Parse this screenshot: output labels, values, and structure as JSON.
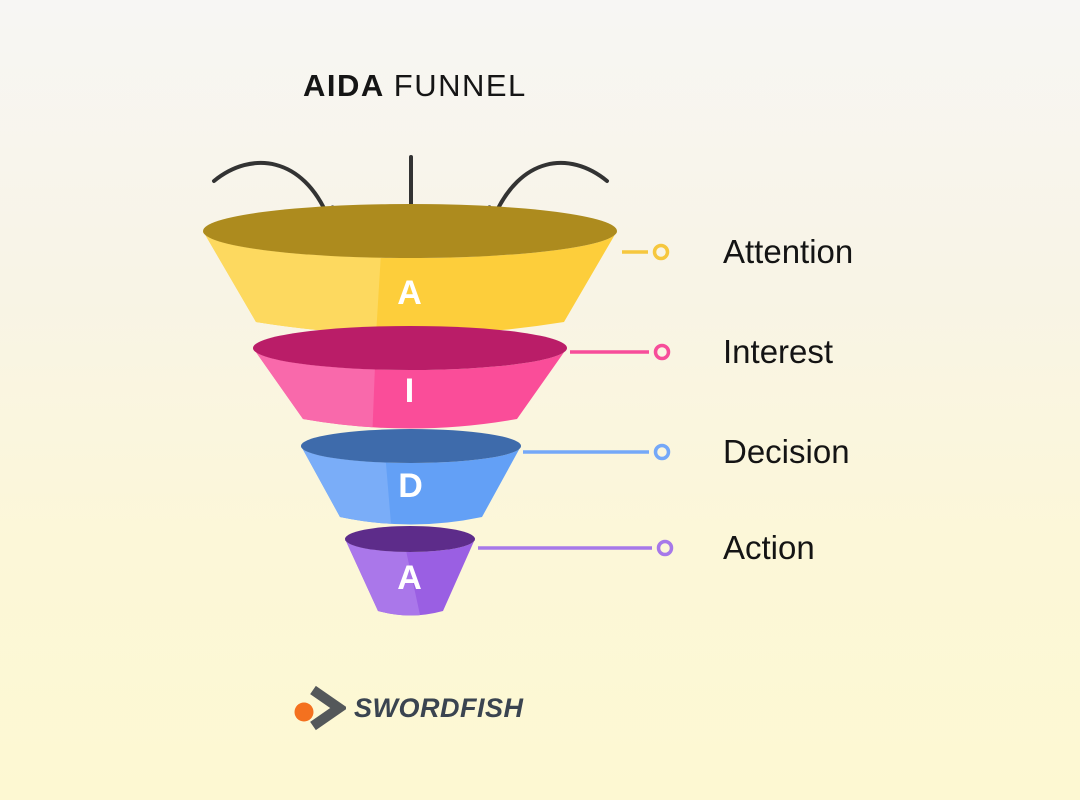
{
  "title": {
    "bold": "AIDA",
    "regular": "FUNNEL"
  },
  "funnel": {
    "stages": [
      {
        "letter": "A",
        "label": "Attention",
        "top_color": "#ad8b1e",
        "front_color": "#fdce3b",
        "highlight_color": "#fdd95f",
        "line_color": "#f6c73e"
      },
      {
        "letter": "I",
        "label": "Interest",
        "top_color": "#ba1d68",
        "front_color": "#fa4d99",
        "highlight_color": "#f969ab",
        "line_color": "#f74d9a"
      },
      {
        "letter": "D",
        "label": "Decision",
        "top_color": "#3e6bab",
        "front_color": "#63a0f6",
        "highlight_color": "#7aadf8",
        "line_color": "#74a8f8"
      },
      {
        "letter": "A",
        "label": "Action",
        "top_color": "#5d2c8a",
        "front_color": "#9a5fe3",
        "highlight_color": "#aa77ea",
        "line_color": "#a678e9"
      }
    ],
    "arrow_color": "#333333"
  },
  "logo": {
    "text": "SWORDFISH",
    "dot_color": "#f4711f",
    "chevron_color": "#54585a",
    "text_color": "#3a4450"
  }
}
